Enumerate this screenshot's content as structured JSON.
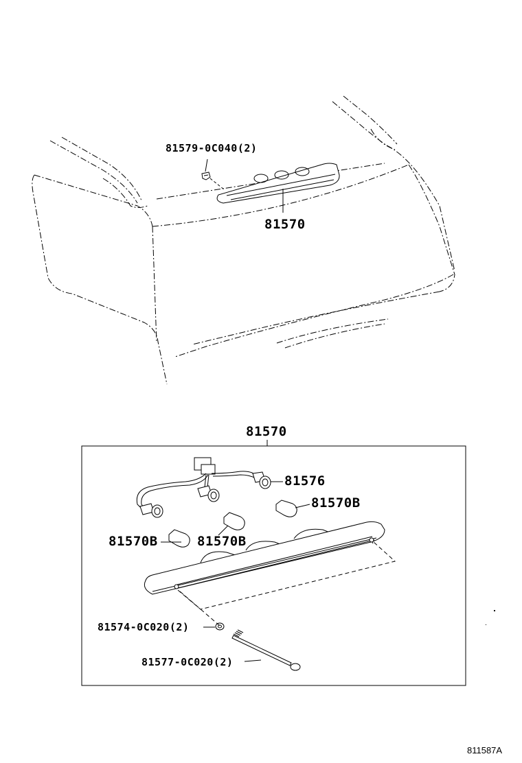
{
  "callouts": {
    "clip": "81579-0C040(2)",
    "lamp_top": "81570",
    "lamp_detail": "81570",
    "socket": "81576",
    "bulb_right": "81570B",
    "bulb_left": "81570B",
    "bulb_center": "81570B",
    "gasket": "81574-0C020(2)",
    "screw": "81577-0C020(2)"
  },
  "figure_id": "811587A"
}
